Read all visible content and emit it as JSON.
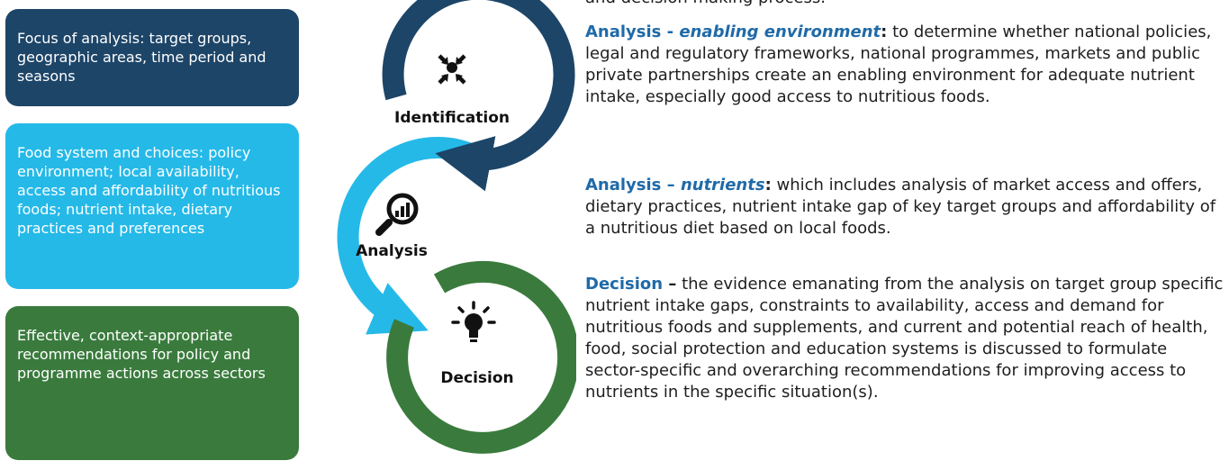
{
  "left_boxes": {
    "focus": "Focus of analysis: target groups, geographic areas, time period and seasons",
    "food_system": "Food system and choices: policy environment; local availability, access and affordability of nutritious foods; nutrient intake, dietary practices and preferences",
    "recommendations": "Effective, context-appropriate recommendations for policy and programme actions across sectors"
  },
  "cycle": {
    "identification": "Identification",
    "analysis": "Analysis",
    "decision": "Decision"
  },
  "colors": {
    "navy": "#1d4568",
    "cyan": "#25b9e8",
    "green": "#3a7b3d",
    "heading_blue": "#1f6aa8"
  },
  "icons": [
    "arrows-converge-icon",
    "magnifier-chart-icon",
    "lightbulb-icon"
  ],
  "text": {
    "top_fragment": "and decision making process.",
    "p1_keyword": "Analysis - ",
    "p1_keyword_em": "enabling environment",
    "p1_colon": ":",
    "p1_body": " to determine whether national policies, legal and regulatory frameworks, national programmes, markets and public private partnerships create an enabling environment for adequate nutrient intake, especially good access to nutritious foods.",
    "p2_keyword": "Analysis – ",
    "p2_keyword_em": "nutrients",
    "p2_colon": ":",
    "p2_body": " which includes analysis of market access and offers, dietary practices, nutrient intake gap of key target groups and affordability of a nutritious diet based on local foods.",
    "p3_keyword": "Decision",
    "p3_dash": " –",
    "p3_body": " the evidence emanating from the analysis on target group specific nutrient intake gaps, constraints to availability, access and demand for nutritious foods and supplements, and current and potential reach of health, food, social protection and education systems is  discussed to formulate sector-specific and overarching recommendations for improving access to nutrients in the specific situation(s)."
  }
}
